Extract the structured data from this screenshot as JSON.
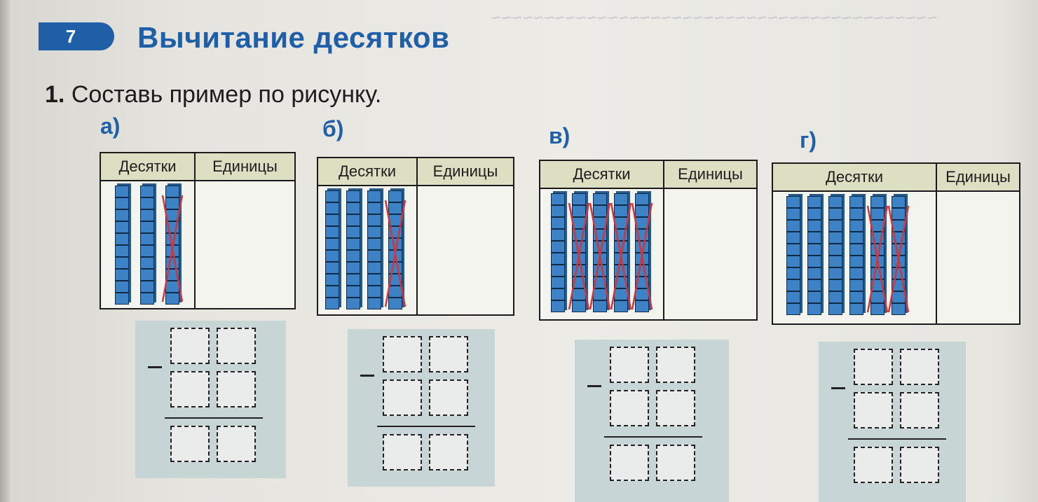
{
  "header": {
    "lesson_number": "7",
    "title": "Вычитание десятков"
  },
  "task": {
    "number": "1.",
    "text": "Составь пример по рисунку."
  },
  "table_headers": {
    "tens": "Десятки",
    "ones": "Единицы"
  },
  "variants": [
    {
      "label": "а)",
      "rods_total": 3,
      "rods_crossed": 1
    },
    {
      "label": "б)",
      "rods_total": 4,
      "rods_crossed": 1
    },
    {
      "label": "в)",
      "rods_total": 5,
      "rods_crossed": 4
    },
    {
      "label": "г)",
      "rods_total": 6,
      "rods_crossed": 2
    }
  ],
  "colors": {
    "accent_blue": "#1f5fa8",
    "rod_blue": "#3d82c4",
    "cross_red": "#d0353b",
    "header_fill": "#dcdfc2"
  }
}
